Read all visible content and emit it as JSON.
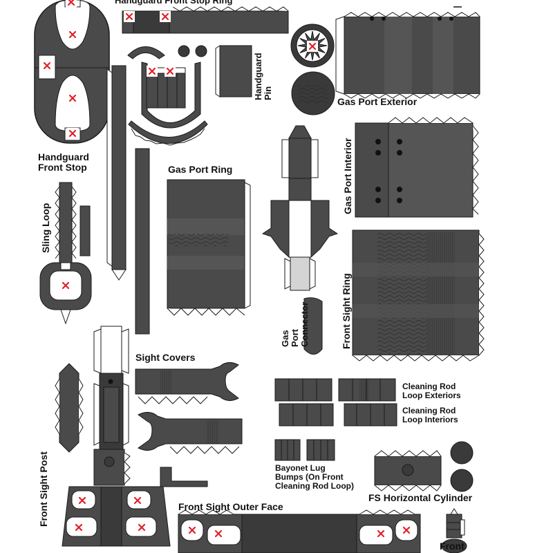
{
  "sheet": {
    "colors": {
      "part": "#4a4a4a",
      "part_dark": "#3a3a3a",
      "part_light": "#5c5c5c",
      "outline": "#1a1a1a",
      "tab": "#ffffff",
      "glue_mark": "#e0202a",
      "highlight": "#d4d4d4"
    },
    "icons": {
      "glue_point": "red-x-icon",
      "hole": "circle-hole-icon"
    }
  },
  "labels": {
    "handguard_front_stop_ring": "Handguard Front Stop Ring",
    "handguard_front_stop": "Handguard\nFront Stop",
    "handguard_pin": "Handguard\nPin",
    "gas_port_exterior": "Gas Port Exterior",
    "gas_port_ring": "Gas Port Ring",
    "gas_port_interior": "Gas Port Interior",
    "sling_loop": "Sling Loop",
    "gas_port_connector": "Gas\nPort\nConnector",
    "front_sight_ring": "Front Sight Ring",
    "sight_covers": "Sight Covers",
    "cleaning_rod_loop_exteriors": "Cleaning Rod\nLoop Exteriors",
    "cleaning_rod_loop_interiors": "Cleaning Rod\nLoop Interiors",
    "bayonet_lug_bumps": "Bayonet Lug\nBumps (On Front\nCleaning Rod Loop)",
    "fs_horizontal_cylinder": "FS Horizontal Cylinder",
    "front_sight_post": "Front Sight Post",
    "front_sight_outer_face": "Front Sight Outer Face",
    "front": "Front"
  }
}
